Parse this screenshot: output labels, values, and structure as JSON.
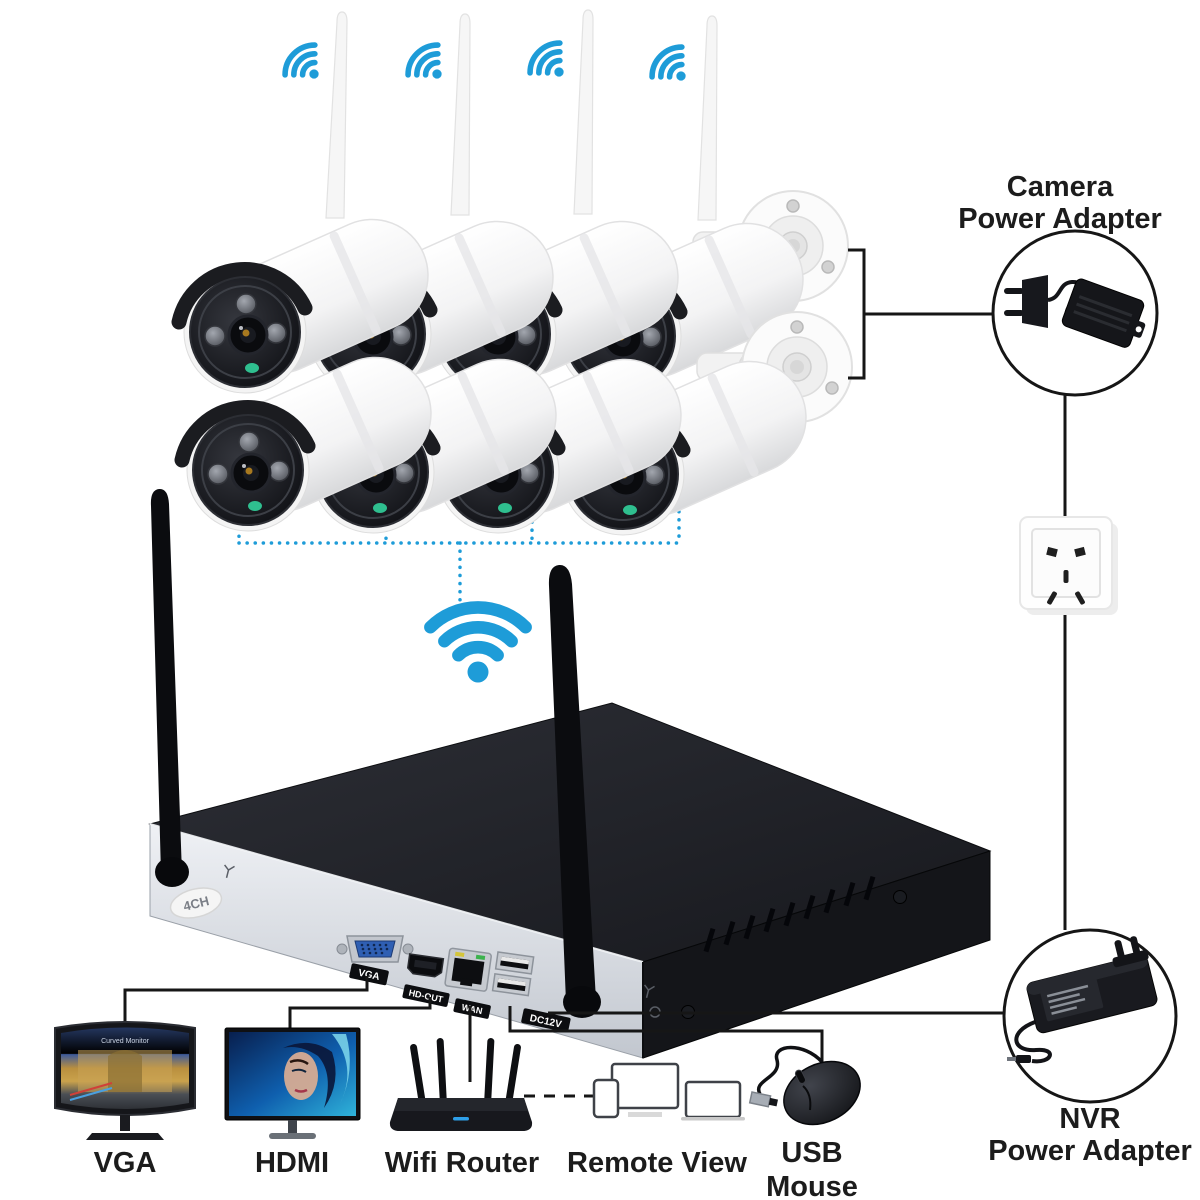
{
  "diagram": {
    "kind": "wireless NVR security camera kit connection diagram",
    "camera_count": 8,
    "wifi_signal_icons": 4
  },
  "colors": {
    "wifi_blue": "#1E9CD8",
    "connector_line": "#161616",
    "camera_status_green": "#2fbf8f",
    "router_led_blue": "#2e9fe8",
    "vga_port_blue": "#2f5fb3"
  },
  "labels": {
    "camera_power_adapter_line1": "Camera",
    "camera_power_adapter_line2": "Power Adapter",
    "nvr_power_adapter_line1": "NVR",
    "nvr_power_adapter_line2": "Power Adapter",
    "vga": "VGA",
    "hdmi": "HDMI",
    "wifi_router": "Wifi Router",
    "remote_view": "Remote View",
    "usb_mouse_line1": "USB",
    "usb_mouse_line2": "Mouse"
  },
  "nvr": {
    "channel_badge": "4CH",
    "ports": {
      "vga": "VGA",
      "hdmi_out": "HD-OUT",
      "wan": "WAN",
      "power": "DC12V"
    }
  },
  "vga_monitor": {
    "screen_caption": "Curved Monitor"
  }
}
